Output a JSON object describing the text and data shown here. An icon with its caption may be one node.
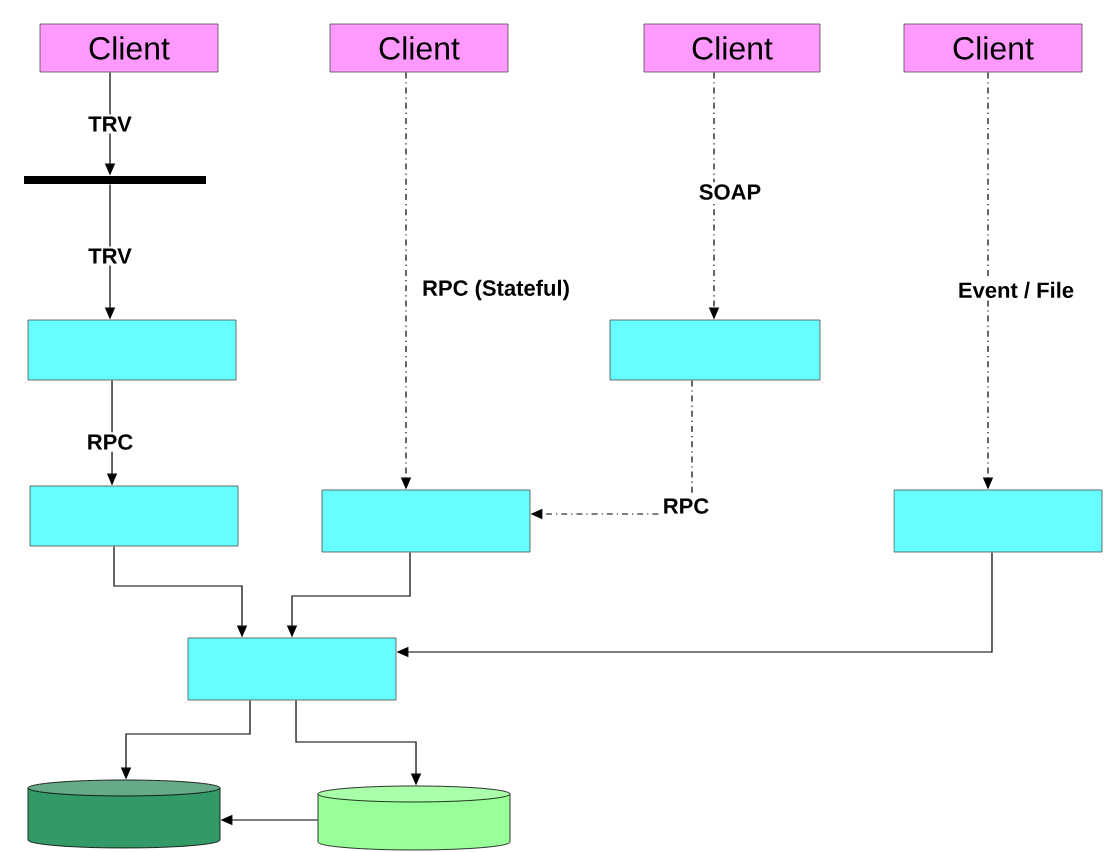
{
  "diagram": {
    "nodes": [
      {
        "text": [
          "Client"
        ]
      },
      {
        "text": [
          "Client"
        ]
      },
      {
        "text": [
          "Client"
        ]
      },
      {
        "text": [
          "Client"
        ]
      },
      {
        "text": [],
        "shape": "bar"
      },
      {
        "text": [],
        "shape": "box"
      },
      {
        "text": [],
        "shape": "box"
      },
      {
        "text": [],
        "shape": "box"
      },
      {
        "text": [],
        "shape": "box"
      },
      {
        "text": [],
        "shape": "box"
      },
      {
        "text": [],
        "shape": "box"
      },
      {
        "text": [],
        "shape": "cylinder"
      },
      {
        "text": [],
        "shape": "cylinder"
      }
    ],
    "edges": [
      {
        "from": 0,
        "to": 4,
        "arrow": "to",
        "label": "TRV"
      },
      {
        "from": 4,
        "to": 5,
        "arrow": "to",
        "label": "TRV"
      },
      {
        "from": 5,
        "to": 7,
        "arrow": "to",
        "label": "RPC"
      },
      {
        "from": 1,
        "to": 8,
        "arrow": "to",
        "label": "RPC (Stateful)",
        "style": "dashed"
      },
      {
        "from": 2,
        "to": 6,
        "arrow": "to",
        "label": "SOAP",
        "style": "dashed"
      },
      {
        "from": 6,
        "to": 8,
        "arrow": "to",
        "label": "RPC",
        "style": "dashed"
      },
      {
        "from": 3,
        "to": 9,
        "arrow": "to",
        "label": "Event / File",
        "style": "dashed"
      },
      {
        "from": 7,
        "to": 10,
        "arrow": "to"
      },
      {
        "from": 8,
        "to": 10,
        "arrow": "to"
      },
      {
        "from": 9,
        "to": 10,
        "arrow": "to"
      },
      {
        "from": 10,
        "to": 11,
        "arrow": "to"
      },
      {
        "from": 10,
        "to": 12,
        "arrow": "to"
      },
      {
        "from": 12,
        "to": 11,
        "arrow": "to"
      }
    ]
  }
}
